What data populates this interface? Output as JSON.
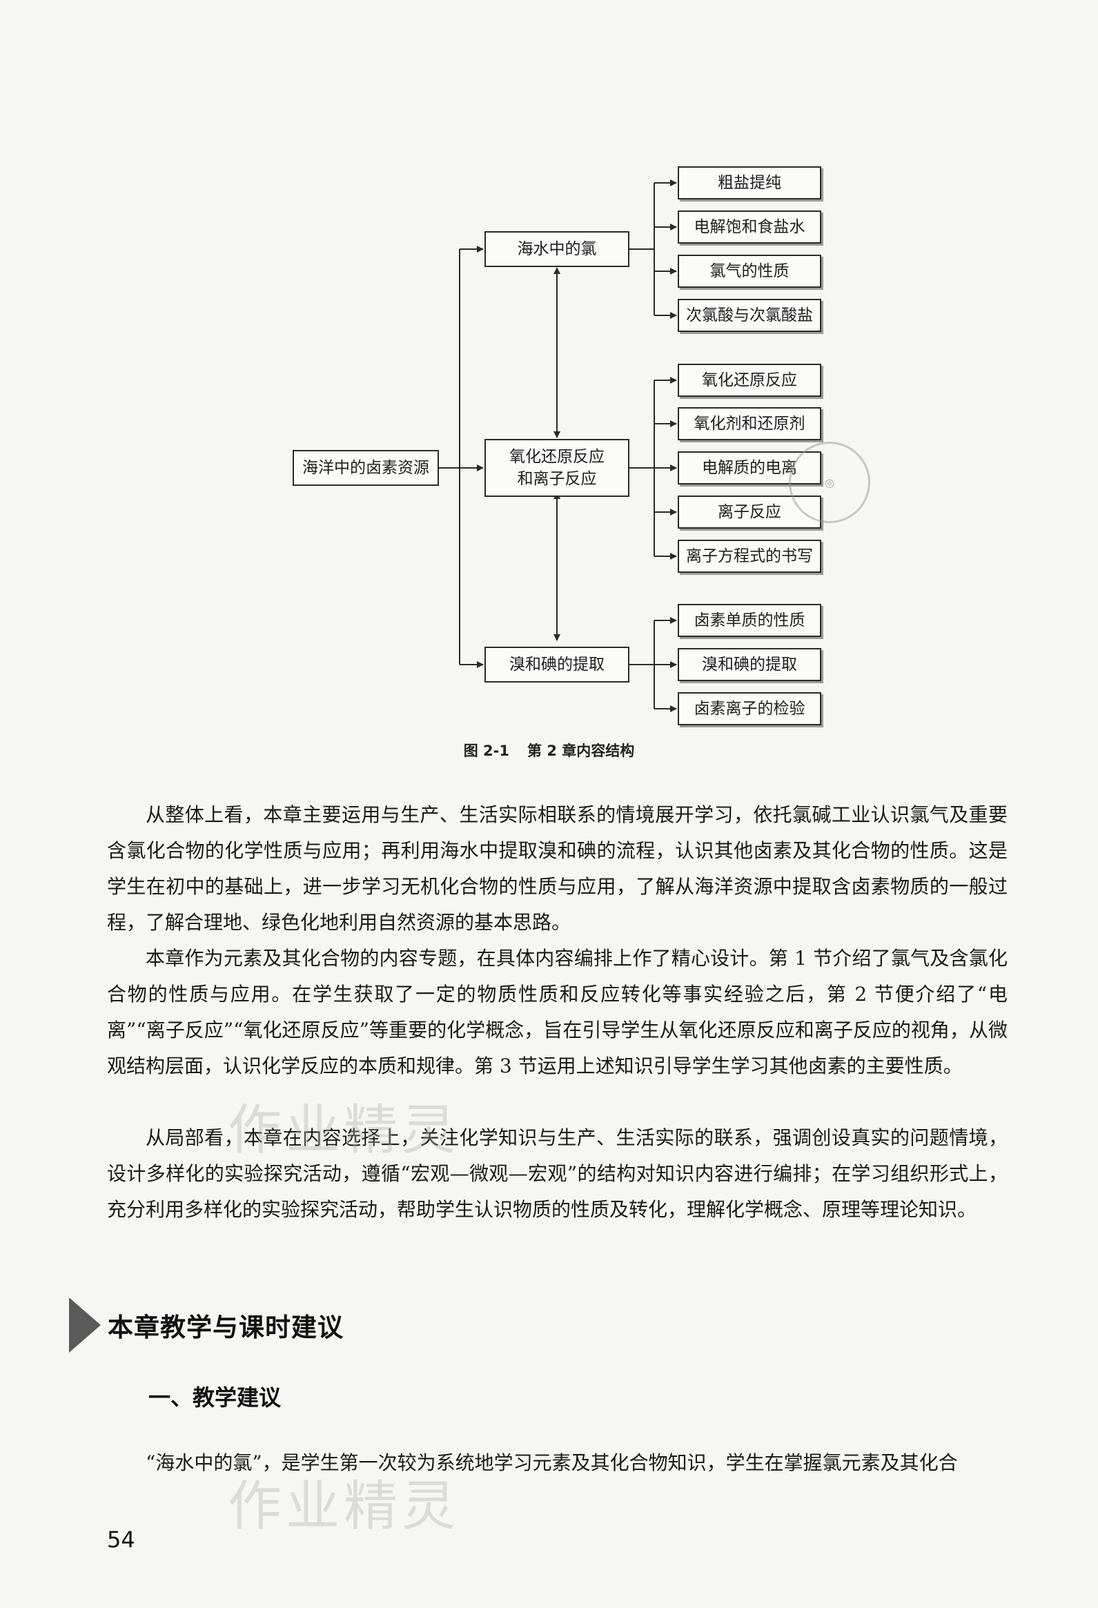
{
  "diagram": {
    "root": "海洋中的卤素资源",
    "branches": [
      {
        "label": "海水中的氯",
        "children": [
          "粗盐提纯",
          "电解饱和食盐水",
          "氯气的性质",
          "次氯酸与次氯酸盐"
        ]
      },
      {
        "label_line1": "氧化还原反应",
        "label_line2": "和离子反应",
        "children": [
          "氧化还原反应",
          "氧化剂和还原剂",
          "电解质的电离",
          "离子反应",
          "离子方程式的书写"
        ]
      },
      {
        "label": "溴和碘的提取",
        "children": [
          "卤素单质的性质",
          "溴和碘的提取",
          "卤素离子的检验"
        ]
      }
    ],
    "caption_number": "图 2-1",
    "caption_text": "第 2 章内容结构"
  },
  "paragraphs": [
    "从整体上看，本章主要运用与生产、生活实际相联系的情境展开学习，依托氯碱工业认识氯气及重要含氯化合物的化学性质与应用；再利用海水中提取溴和碘的流程，认识其他卤素及其化合物的性质。这是学生在初中的基础上，进一步学习无机化合物的性质与应用，了解从海洋资源中提取含卤素物质的一般过程，了解合理地、绿色化地利用自然资源的基本思路。",
    "本章作为元素及其化合物的内容专题，在具体内容编排上作了精心设计。第 1 节介绍了氯气及含氯化合物的性质与应用。在学生获取了一定的物质性质和反应转化等事实经验之后，第 2 节便介绍了“电离”“离子反应”“氧化还原反应”等重要的化学概念，旨在引导学生从氧化还原反应和离子反应的视角，从微观结构层面，认识化学反应的本质和规律。第 3 节运用上述知识引导学生学习其他卤素的主要性质。",
    "从局部看，本章在内容选择上，关注化学知识与生产、生活实际的联系，强调创设真实的问题情境，设计多样化的实验探究活动，遵循“宏观—微观—宏观”的结构对知识内容进行编排；在学习组织形式上，充分利用多样化的实验探究活动，帮助学生认识物质的性质及转化，理解化学概念、原理等理论知识。"
  ],
  "section_title": "本章教学与课时建议",
  "subheading": "一、教学建议",
  "last_line": "“海水中的氯”，是学生第一次较为系统地学习元素及其化合物知识，学生在掌握氯元素及其化合",
  "page_number": "54",
  "watermark": "作业精灵",
  "colors": {
    "background": "#f6f6f4",
    "text": "#1a1a1a",
    "box_border": "#2a2a2a",
    "marker": "#5a5a5a"
  }
}
